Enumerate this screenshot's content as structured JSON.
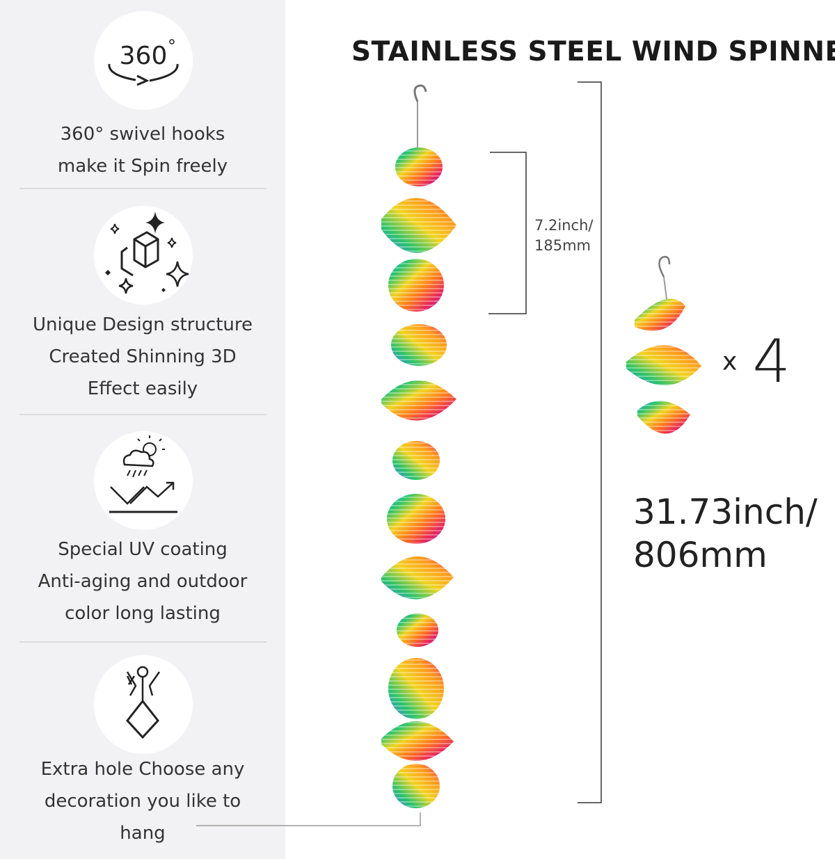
{
  "title": "STAINLESS STEEL WIND SPINNER",
  "features": [
    {
      "icon": "rotate-360-icon",
      "badge_text": "360",
      "lines": [
        "360° swivel hooks",
        "make it Spin freely"
      ]
    },
    {
      "icon": "sparkle-cube-icon",
      "lines": [
        "Unique Design structure",
        "Created Shinning 3D",
        "Effect easily"
      ]
    },
    {
      "icon": "weather-resistant-icon",
      "lines": [
        "Special UV coating",
        "Anti-aging and outdoor",
        "color long lasting"
      ]
    },
    {
      "icon": "hanging-figure-icon",
      "lines": [
        "Extra hole Choose any",
        "decoration you like to",
        "hang"
      ]
    }
  ],
  "dimensions": {
    "segment_length": {
      "inch": "7.2inch/",
      "mm": "185mm"
    },
    "total_length": {
      "inch": "31.73inch/",
      "mm": "806mm"
    }
  },
  "quantity": {
    "prefix": "x",
    "count": "4"
  },
  "colors": {
    "sidebar_bg": "#f2f2f4",
    "divider": "#dcdcde",
    "text": "#333333"
  }
}
